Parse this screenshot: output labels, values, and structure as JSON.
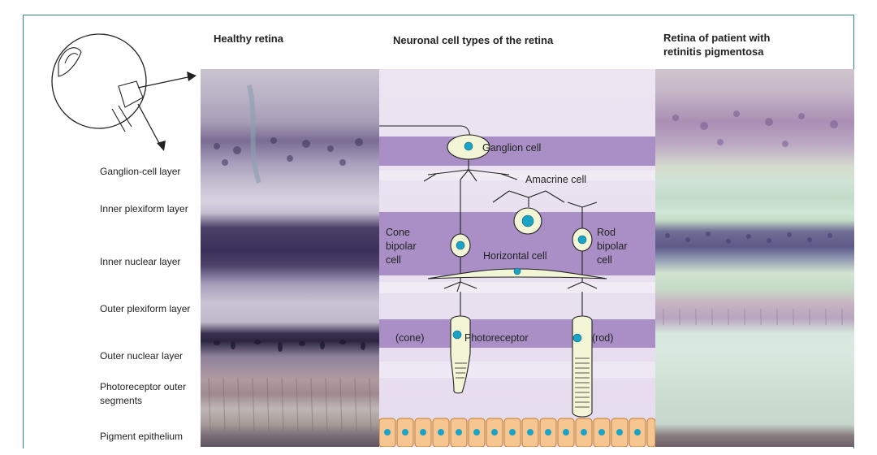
{
  "titles": {
    "healthy": "Healthy retina",
    "neuronal": "Neuronal cell types of the retina",
    "patient_line1": "Retina of patient with",
    "patient_line2": "retinitis pigmentosa"
  },
  "layers": [
    "Ganglion-cell layer",
    "Inner plexiform layer",
    "Inner nuclear layer",
    "Outer plexiform layer",
    "Outer nuclear layer",
    "Photoreceptor outer",
    "segments",
    "Pigment epithelium"
  ],
  "cells": {
    "ganglion": "Ganglion cell",
    "amacrine": "Amacrine cell",
    "cone_bipolar_1": "Cone",
    "cone_bipolar_2": "bipolar",
    "cone_bipolar_3": "cell",
    "rod_bipolar_1": "Rod",
    "rod_bipolar_2": "bipolar",
    "rod_bipolar_3": "cell",
    "horizontal": "Horizontal cell",
    "cone": "(cone)",
    "photoreceptor": "Photoreceptor",
    "rod": "(rod)"
  },
  "colors": {
    "frame": "#2f8a7c",
    "band": "#a98fc6",
    "cell_fill": "#f2f5d6",
    "nucleus": "#1aa3c6"
  }
}
